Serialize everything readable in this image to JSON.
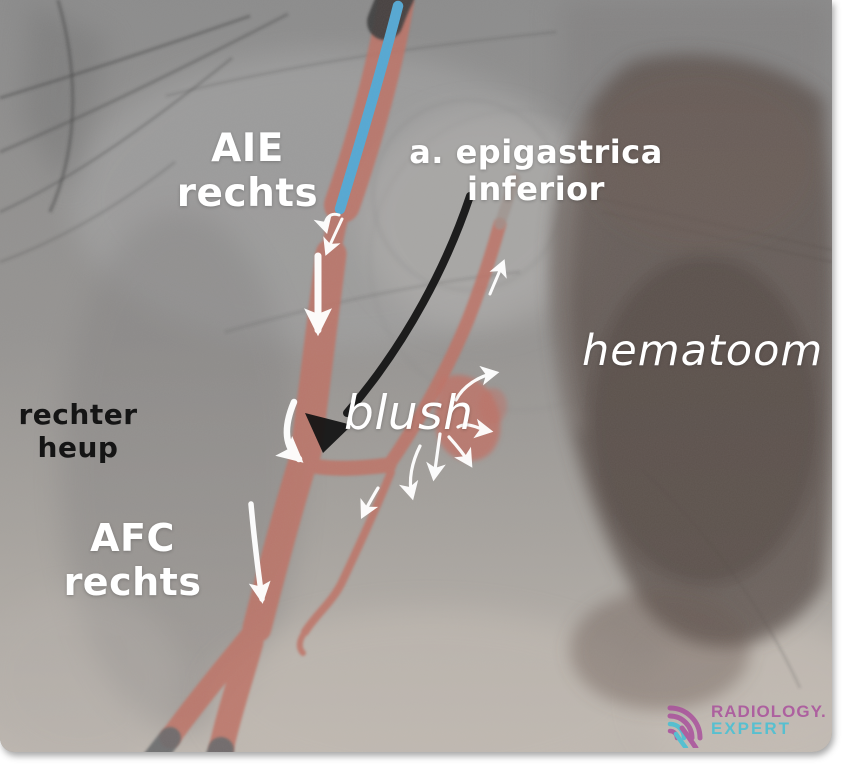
{
  "labels": {
    "aie": {
      "line1": "AIE",
      "line2": "rechts"
    },
    "epigastrica": {
      "line1": "a. epigastrica",
      "line2": "inferior"
    },
    "hematoom": "hematoom",
    "rechter_heup": {
      "line1": "rechter",
      "line2": "heup"
    },
    "afc": {
      "line1": "AFC",
      "line2": "rechts"
    },
    "blush": "blush"
  },
  "logo": {
    "line1": "RADIOLOGY.",
    "line2": "EXPERT"
  },
  "colors": {
    "artery_highlight": "#bf7265",
    "catheter_blue": "#54a8d3",
    "hematoma_brown": "#5d514c",
    "label_white": "#ffffff",
    "label_black": "#151515",
    "arrow_white": "#ffffff",
    "arrow_black": "#151515",
    "logo_purple": "#a84d9b",
    "logo_cyan": "#3fc0d6"
  }
}
